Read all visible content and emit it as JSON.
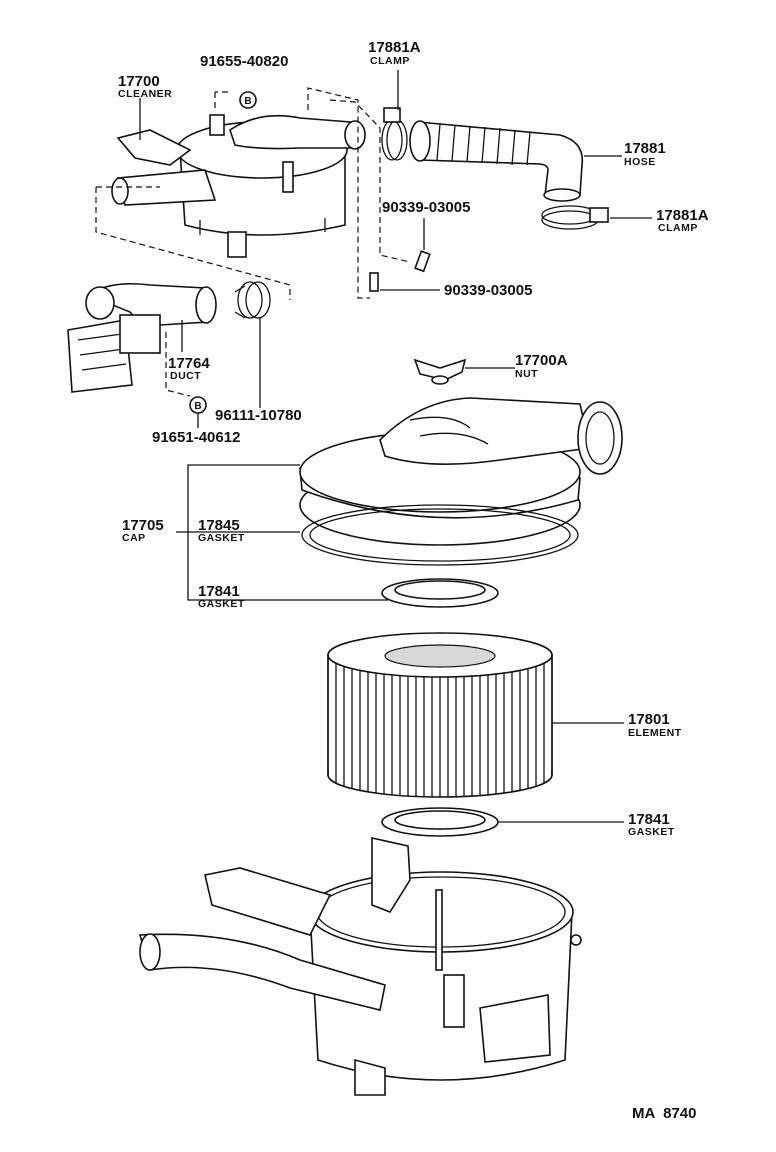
{
  "labels": {
    "cleaner_pn": "17700",
    "cleaner_nm": "CLEANER",
    "bolt_top_pn": "91655-40820",
    "bolt_marker": "B",
    "clamp_top_pn": "17881A",
    "clamp_top_nm": "CLAMP",
    "hose_pn": "17881",
    "hose_nm": "HOSE",
    "plug1_pn": "90339-03005",
    "clamp_right_pn": "17881A",
    "clamp_right_nm": "CLAMP",
    "plug2_pn": "90339-03005",
    "duct_pn": "17764",
    "duct_nm": "DUCT",
    "clamp_duct_pn": "96111-10780",
    "bolt_bottom_pn": "91651-40612",
    "nut_pn": "17700A",
    "nut_nm": "NUT",
    "cap_pn": "17705",
    "cap_nm": "CAP",
    "gasket_top_pn": "17845",
    "gasket_top_nm": "GASKET",
    "gasket_mid_pn": "17841",
    "gasket_mid_nm": "GASKET",
    "element_pn": "17801",
    "element_nm": "ELEMENT",
    "gasket_low_pn": "17841",
    "gasket_low_nm": "GASKET",
    "drawing_code": "MA  8740"
  }
}
